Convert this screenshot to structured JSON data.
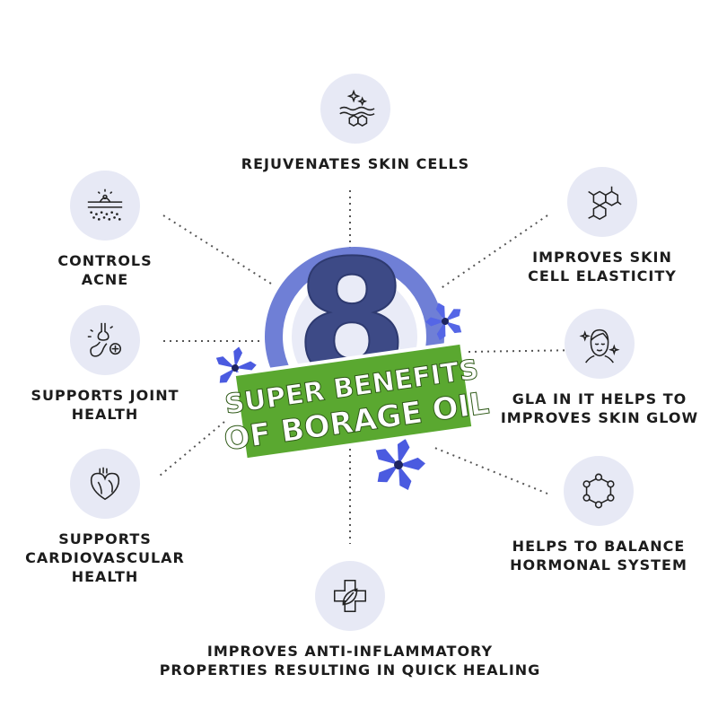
{
  "headline": {
    "number": "8",
    "line1": "SUPER BENEFITS",
    "line2": "OF BORAGE OIL"
  },
  "benefits": [
    {
      "icon": "skin-sparkle-icon",
      "label": "REJUVENATES SKIN CELLS"
    },
    {
      "icon": "molecule-icon",
      "label": "IMPROVES SKIN\nCELL ELASTICITY"
    },
    {
      "icon": "face-glow-icon",
      "label": "GLA IN IT HELPS TO\nIMPROVES SKIN GLOW"
    },
    {
      "icon": "hormone-ring-icon",
      "label": "HELPS TO BALANCE\nHORMONAL SYSTEM"
    },
    {
      "icon": "leaf-cross-icon",
      "label": "IMPROVES ANTI-INFLAMMATORY\nPROPERTIES RESULTING IN QUICK HEALING"
    },
    {
      "icon": "heart-icon",
      "label": "SUPPORTS\nCARDIOVASCULAR\nHEALTH"
    },
    {
      "icon": "joint-icon",
      "label": "SUPPORTS JOINT\nHEALTH"
    },
    {
      "icon": "acne-skin-icon",
      "label": "CONTROLS\nACNE"
    }
  ],
  "colors": {
    "navy": "#3d4a86",
    "ring_blue": "#6f7fd6",
    "green": "#5aa830",
    "icon_bg": "#e7e9f5",
    "flower": "#4b5be0"
  }
}
